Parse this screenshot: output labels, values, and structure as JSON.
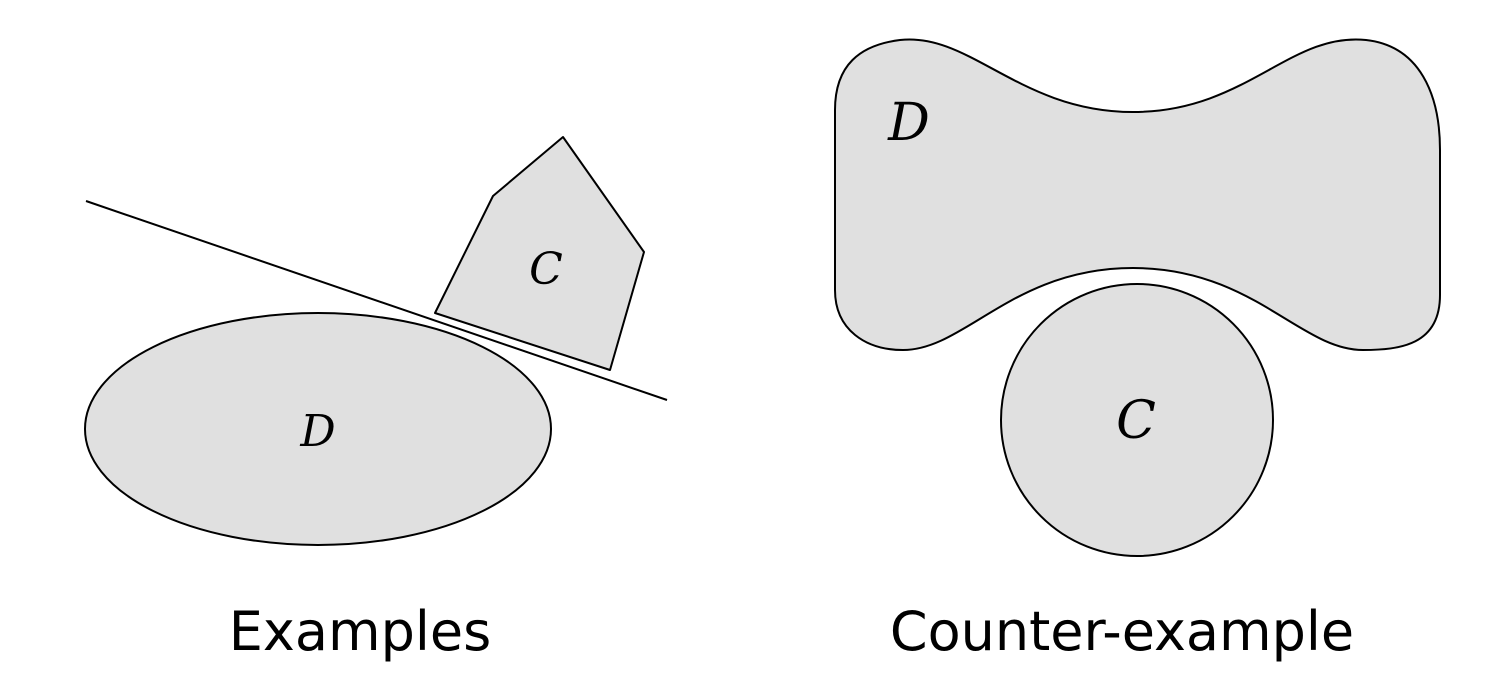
{
  "examples": {
    "caption": "Examples",
    "ellipse_label": "D",
    "polygon_label": "C"
  },
  "counter_example": {
    "caption": "Counter-example",
    "blob_label": "D",
    "circle_label": "C"
  },
  "colors": {
    "fill": "#e0e0e0",
    "stroke": "#000000",
    "background": "#ffffff"
  }
}
